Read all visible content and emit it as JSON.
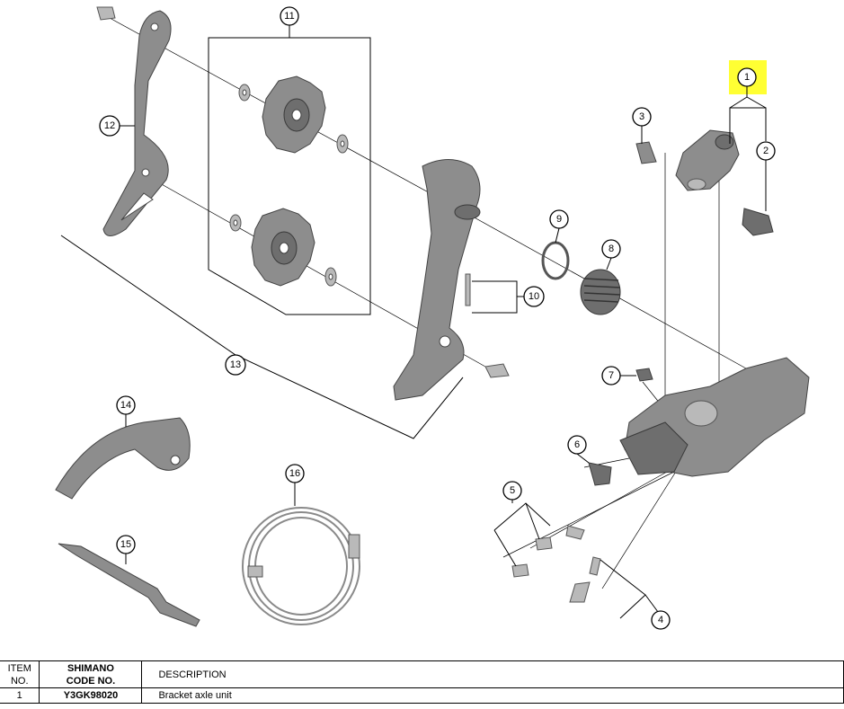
{
  "callouts": [
    "1",
    "2",
    "3",
    "4",
    "5",
    "6",
    "7",
    "8",
    "9",
    "10",
    "11",
    "12",
    "13",
    "14",
    "15",
    "16"
  ],
  "highlight_color": "#ffff33",
  "table": {
    "headers": {
      "item_line1": "ITEM",
      "item_line2": "NO.",
      "code_line1": "SHIMANO",
      "code_line2": "CODE NO.",
      "description": "DESCRIPTION"
    },
    "rows": [
      {
        "item": "1",
        "code": "Y3GK98020",
        "description": "Bracket axle unit"
      }
    ]
  }
}
